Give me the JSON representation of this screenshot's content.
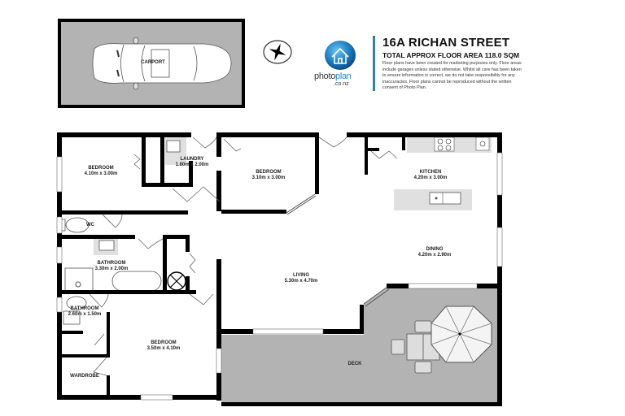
{
  "header": {
    "title": "16A RICHAN STREET",
    "subtitle": "TOTAL APPROX FLOOR AREA 118.0 SQM",
    "disclaimer": "Floor plans have been created for marketing purposes only. Floor areas include garages unless stated otherwise. Whilst all care has been taken to ensure information is correct, we do not take responsibility for any inaccuracies. Floor plans cannot be reproduced without the written consent of Photo Plan.",
    "accent_color": "#2e7fb3"
  },
  "logo": {
    "name_part1": "photo",
    "name_part2": "plan",
    "domain": ".co.nz",
    "icon": "house-icon",
    "brand_color": "#2a84c6"
  },
  "compass": {
    "icon": "compass-star-icon"
  },
  "carport": {
    "label": "CARPORT",
    "icon": "car-icon"
  },
  "rooms": {
    "bedroom1": {
      "name": "BEDROOM",
      "dims": "4.10m  x 3.00m"
    },
    "laundry": {
      "name": "LAUNDRY",
      "dims": "1.80m  x 2.00m"
    },
    "bedroom2": {
      "name": "BEDROOM",
      "dims": "3.10m  x 3.00m"
    },
    "kitchen": {
      "name": "KITCHEN",
      "dims": "4.20m  x 3.00m"
    },
    "wc": {
      "name": "WC"
    },
    "dining": {
      "name": "DINING",
      "dims": "4.20m  x 2.90m"
    },
    "bathroom1": {
      "name": "BATHROOM",
      "dims": "3.30m  x 2.00m"
    },
    "living": {
      "name": "LIVING",
      "dims": "5.30m  x 4.70m"
    },
    "bathroom2": {
      "name": "BATHROOM",
      "dims": "2.60m  x 1.50m"
    },
    "bedroom3": {
      "name": "BEDROOM",
      "dims": "3.50m  x 4.10m"
    },
    "wardrobe": {
      "name": "WARDROBE"
    },
    "deck": {
      "name": "DECK"
    }
  },
  "colors": {
    "wall": "#000000",
    "deck_fill": "#b3b3b3",
    "fixture_fill": "#e0e0e0"
  }
}
